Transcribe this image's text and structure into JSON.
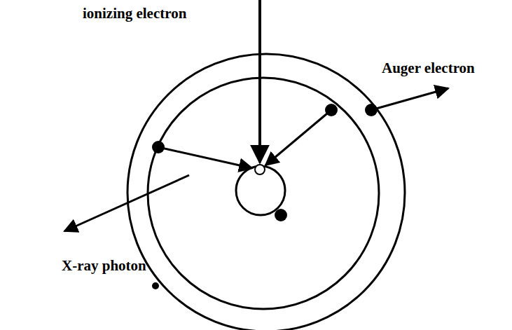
{
  "diagram": {
    "labels": [
      "ionizing electron",
      "Auger electron",
      "X-ray photon"
    ]
  }
}
